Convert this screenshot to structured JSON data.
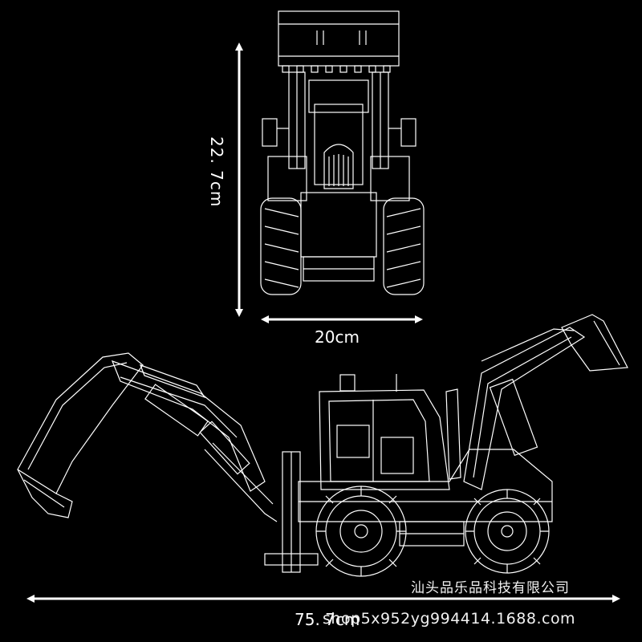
{
  "dimensions": {
    "height_label": "22. 7cm",
    "width_label": "20cm",
    "length_label": "75. 7cm"
  },
  "watermark": {
    "company": "汕头品乐品科技有限公司",
    "url": "shop5x952yg994414.1688.com"
  },
  "colors": {
    "background": "#000000",
    "line": "#ffffff"
  }
}
